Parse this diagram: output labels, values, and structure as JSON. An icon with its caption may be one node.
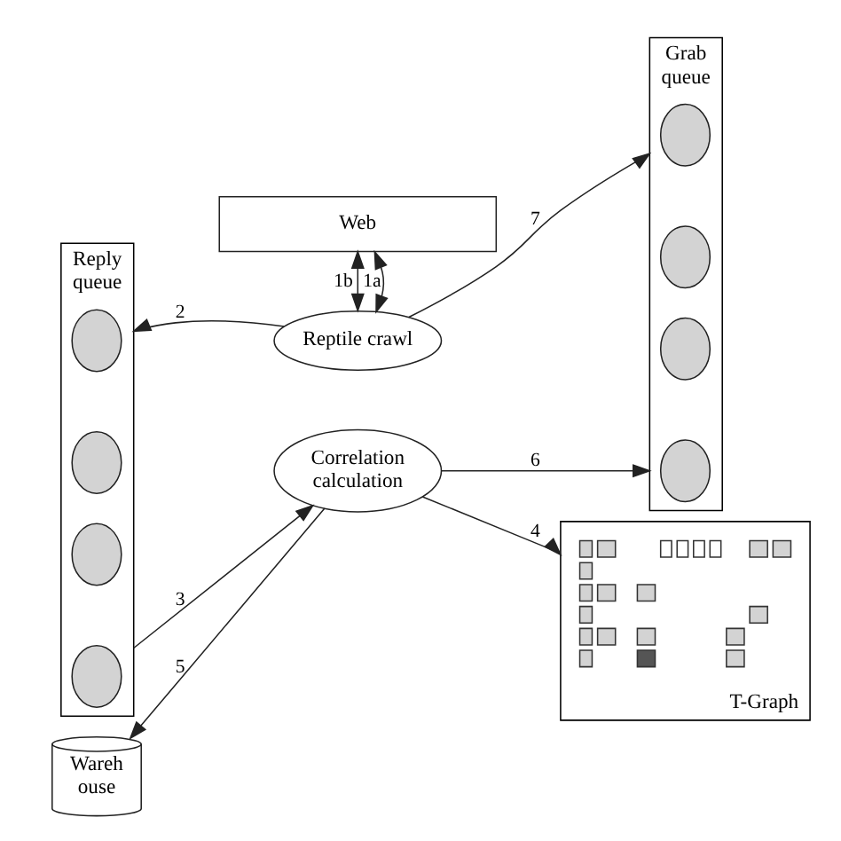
{
  "diagram": {
    "nodes": [
      {
        "text": [
          "Web"
        ]
      },
      {
        "text": [
          "Reptile crawl"
        ]
      },
      {
        "text": [
          "Reply queue"
        ]
      },
      {
        "text": [],
        "shape": "ellipse",
        "in": 2
      },
      {
        "text": [],
        "shape": "ellipse",
        "in": 2
      },
      {
        "text": [],
        "shape": "ellipse",
        "in": 2
      },
      {
        "text": [],
        "shape": "ellipse",
        "in": 2
      },
      {
        "text": [
          "Correlation calculation"
        ]
      },
      {
        "text": [
          "Grab queue"
        ]
      },
      {
        "text": [],
        "shape": "ellipse",
        "in": 8
      },
      {
        "text": [],
        "shape": "ellipse",
        "in": 8
      },
      {
        "text": [],
        "shape": "ellipse",
        "in": 8
      },
      {
        "text": [],
        "shape": "ellipse",
        "in": 8
      },
      {
        "text": [
          "Wareh ouse"
        ]
      },
      {
        "text": [
          "T-Graph"
        ]
      },
      {
        "text": [],
        "shape": "picture",
        "in": 14
      }
    ],
    "edges": [
      {
        "from": 0,
        "to": 1,
        "arrow": "both",
        "label": "1a"
      },
      {
        "from": 0,
        "to": 1,
        "arrow": "both",
        "label": "1b"
      },
      {
        "from": 1,
        "to": 2,
        "arrow": "to",
        "label": "2"
      },
      {
        "from": 1,
        "to": 8,
        "arrow": "to",
        "label": "7"
      },
      {
        "from": 2,
        "to": 7,
        "arrow": "to",
        "label": "3"
      },
      {
        "from": 7,
        "to": 8,
        "arrow": "to",
        "label": "6"
      },
      {
        "from": 7,
        "to": 13,
        "arrow": "to",
        "label": "5"
      },
      {
        "from": 7,
        "to": 14,
        "arrow": "to",
        "label": "4"
      }
    ]
  }
}
